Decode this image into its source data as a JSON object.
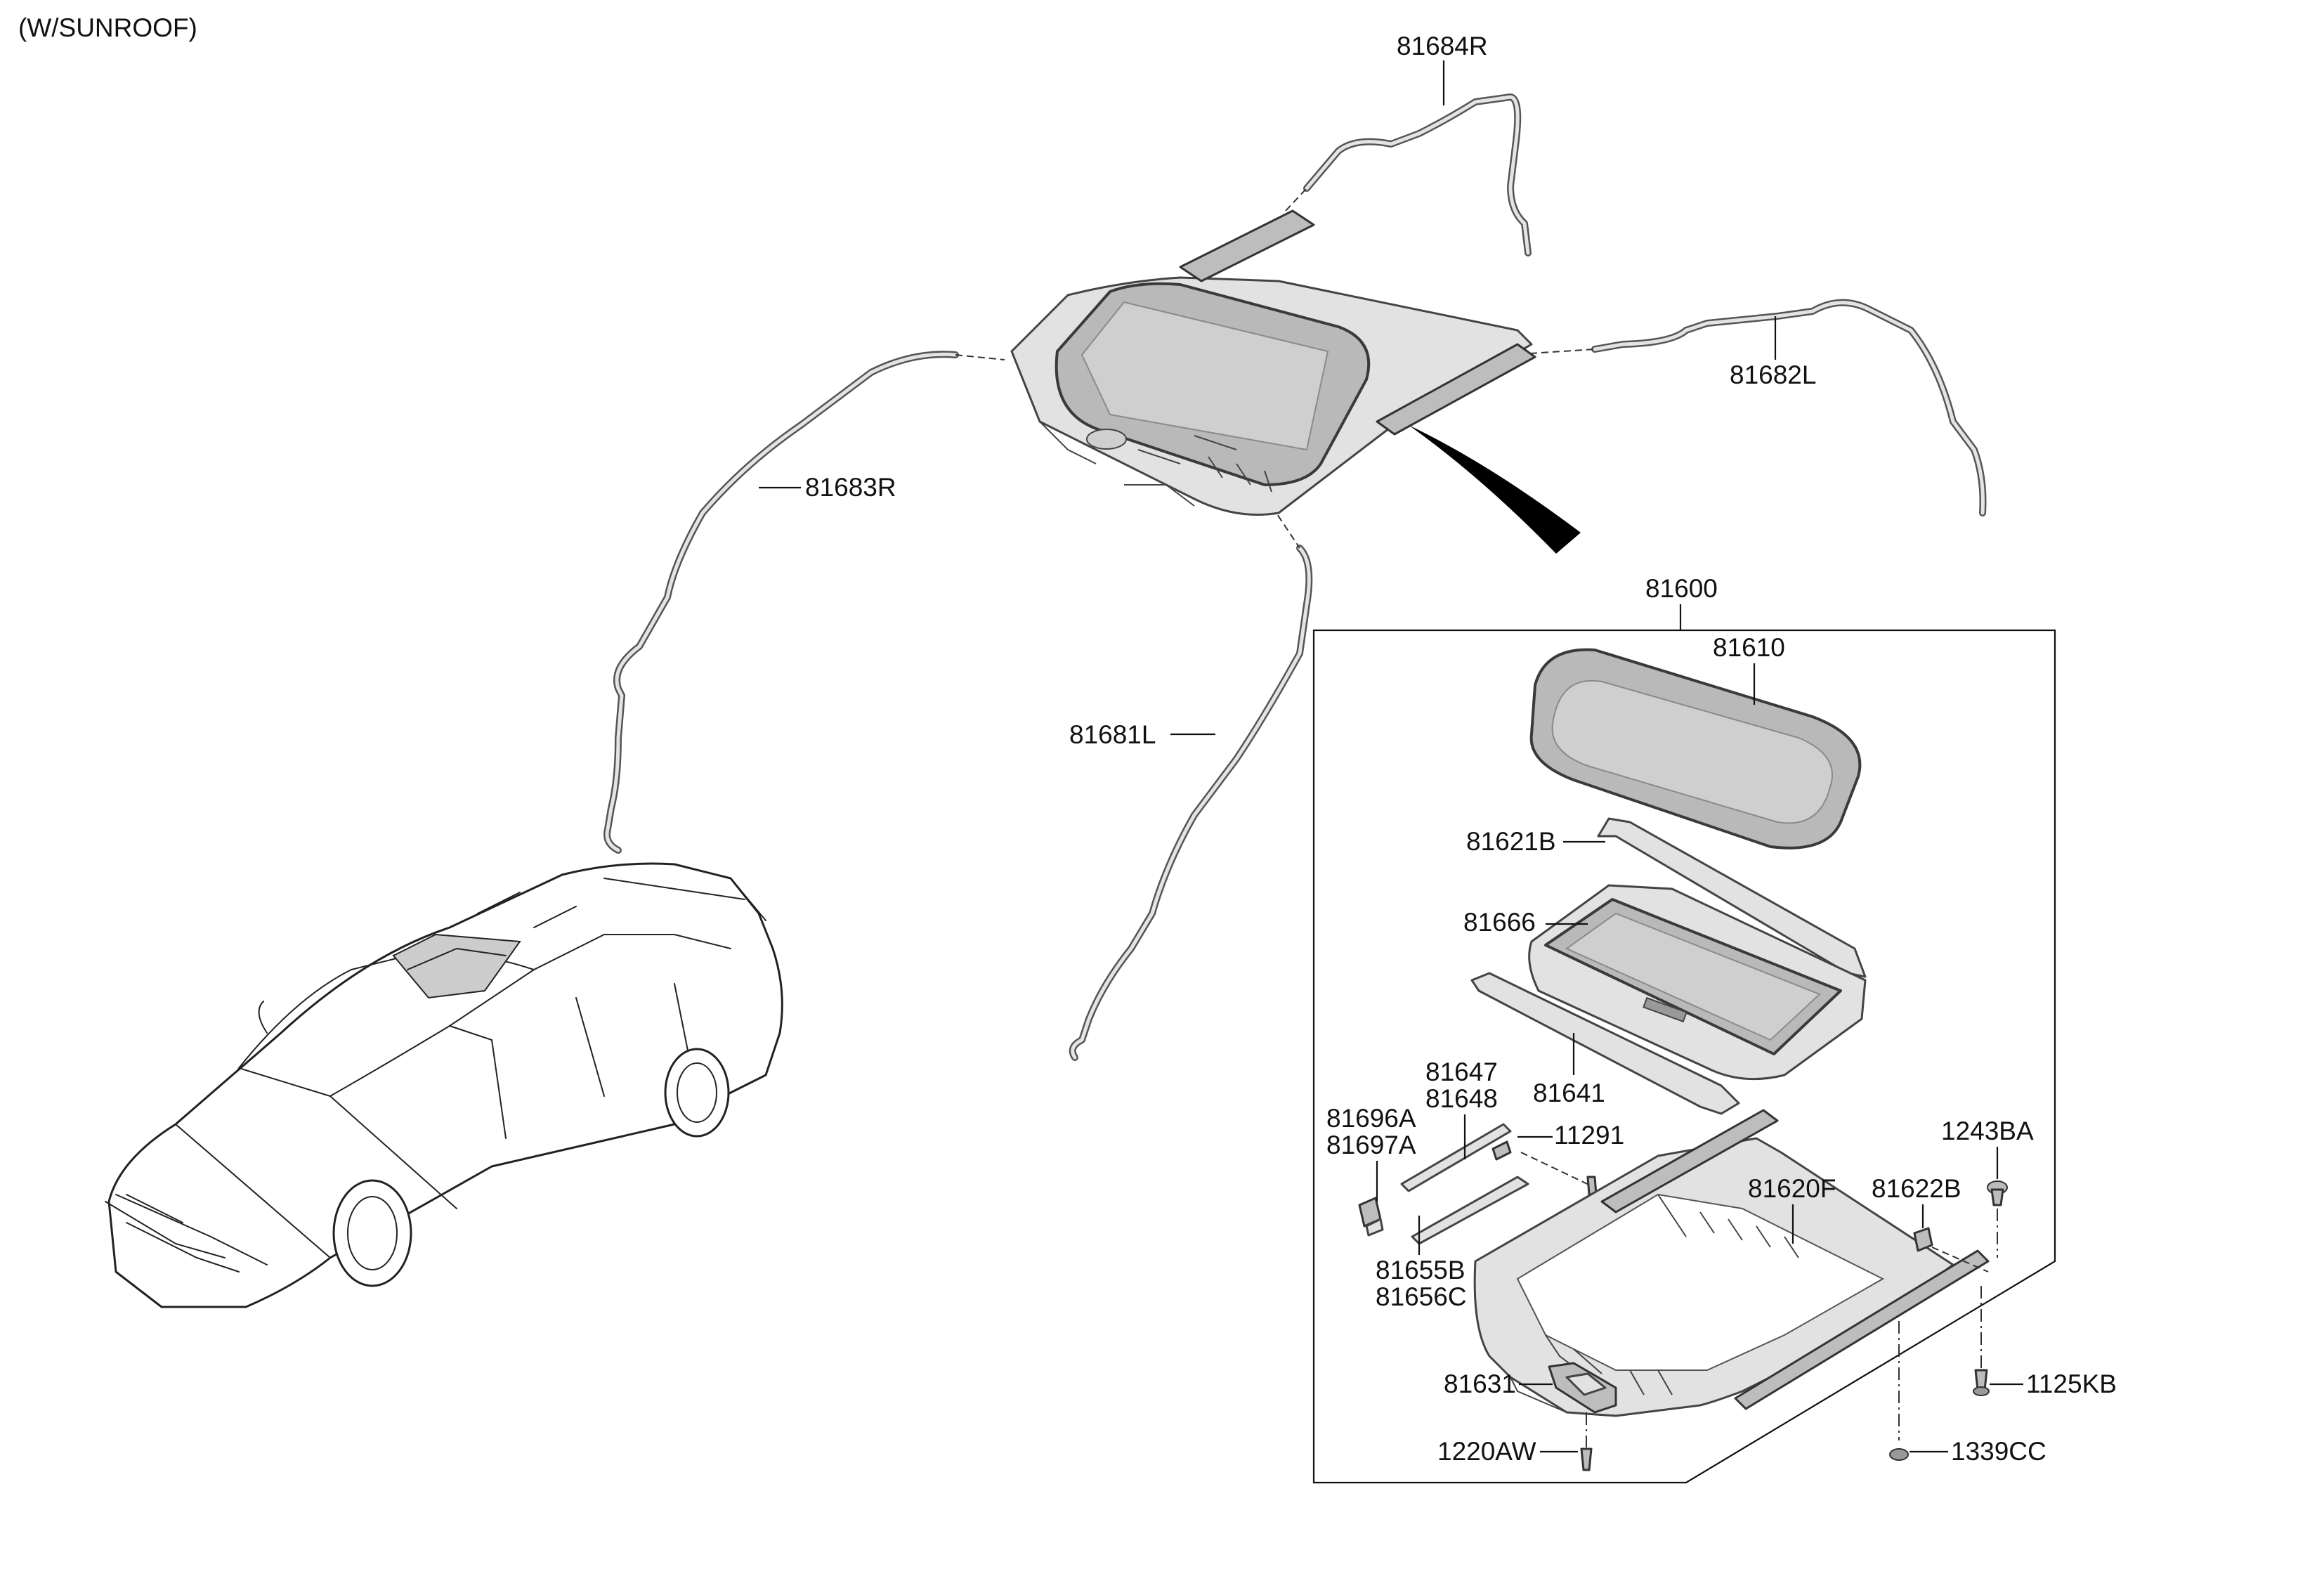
{
  "variant_note": "(W/SUNROOF)",
  "labels": {
    "drain_hose_front_rh": "81684R",
    "drain_hose_rear_lh": "81682L",
    "drain_hose_rear_rh": "81683R",
    "drain_hose_front_lh": "81681L",
    "sunroof_assy": "81600",
    "glass_assy": "81610",
    "weatherstrip": "81621B",
    "sunshade": "81666",
    "deflector": "81641",
    "rail_a": "81647",
    "rail_b": "81648",
    "bracket_a": "81696A",
    "bracket_b": "81697A",
    "screw_small": "11291",
    "clip": "1243BA",
    "frame": "81620F",
    "bracket_rear": "81622B",
    "guide_a": "81655B",
    "guide_b": "81656C",
    "motor": "81631",
    "bolt_front": "1220AW",
    "bolt_rear_rh": "1125KB",
    "nut_rear": "1339CC"
  }
}
